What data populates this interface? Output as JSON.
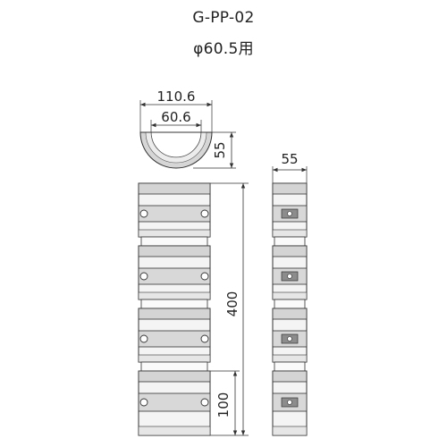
{
  "title": {
    "model": "G-PP-02",
    "spec": "φ60.5用"
  },
  "dimensions": {
    "outer_width": "110.6",
    "inner_diameter": "60.6",
    "top_depth": "55",
    "side_depth": "55",
    "total_height": "400",
    "section_height": "100"
  },
  "colors": {
    "line": "#333333",
    "fill_light": "#f2f2f2",
    "fill_dark": "#cfcfcf",
    "fill_mid": "#e2e2e2"
  }
}
